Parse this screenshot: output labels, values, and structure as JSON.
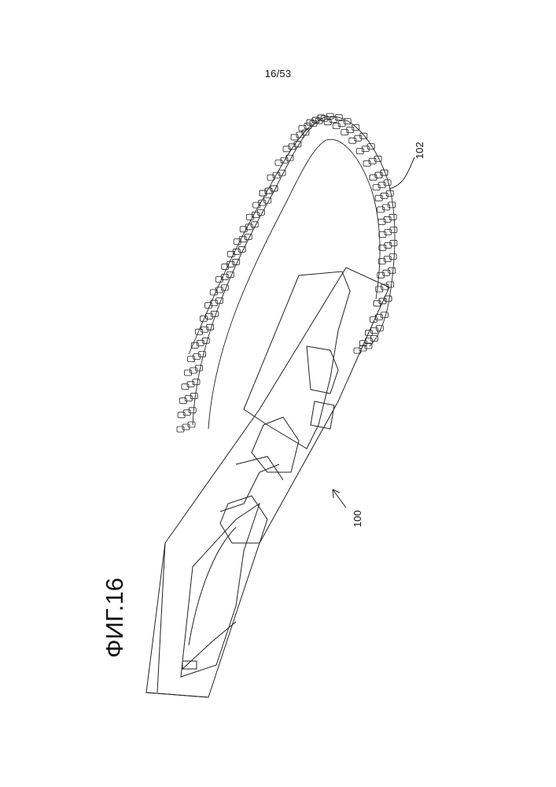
{
  "page": {
    "number": "16/53"
  },
  "figure": {
    "label": "ФИГ.16"
  },
  "references": [
    {
      "id": "chain",
      "text": "102"
    },
    {
      "id": "device",
      "text": "100"
    }
  ]
}
